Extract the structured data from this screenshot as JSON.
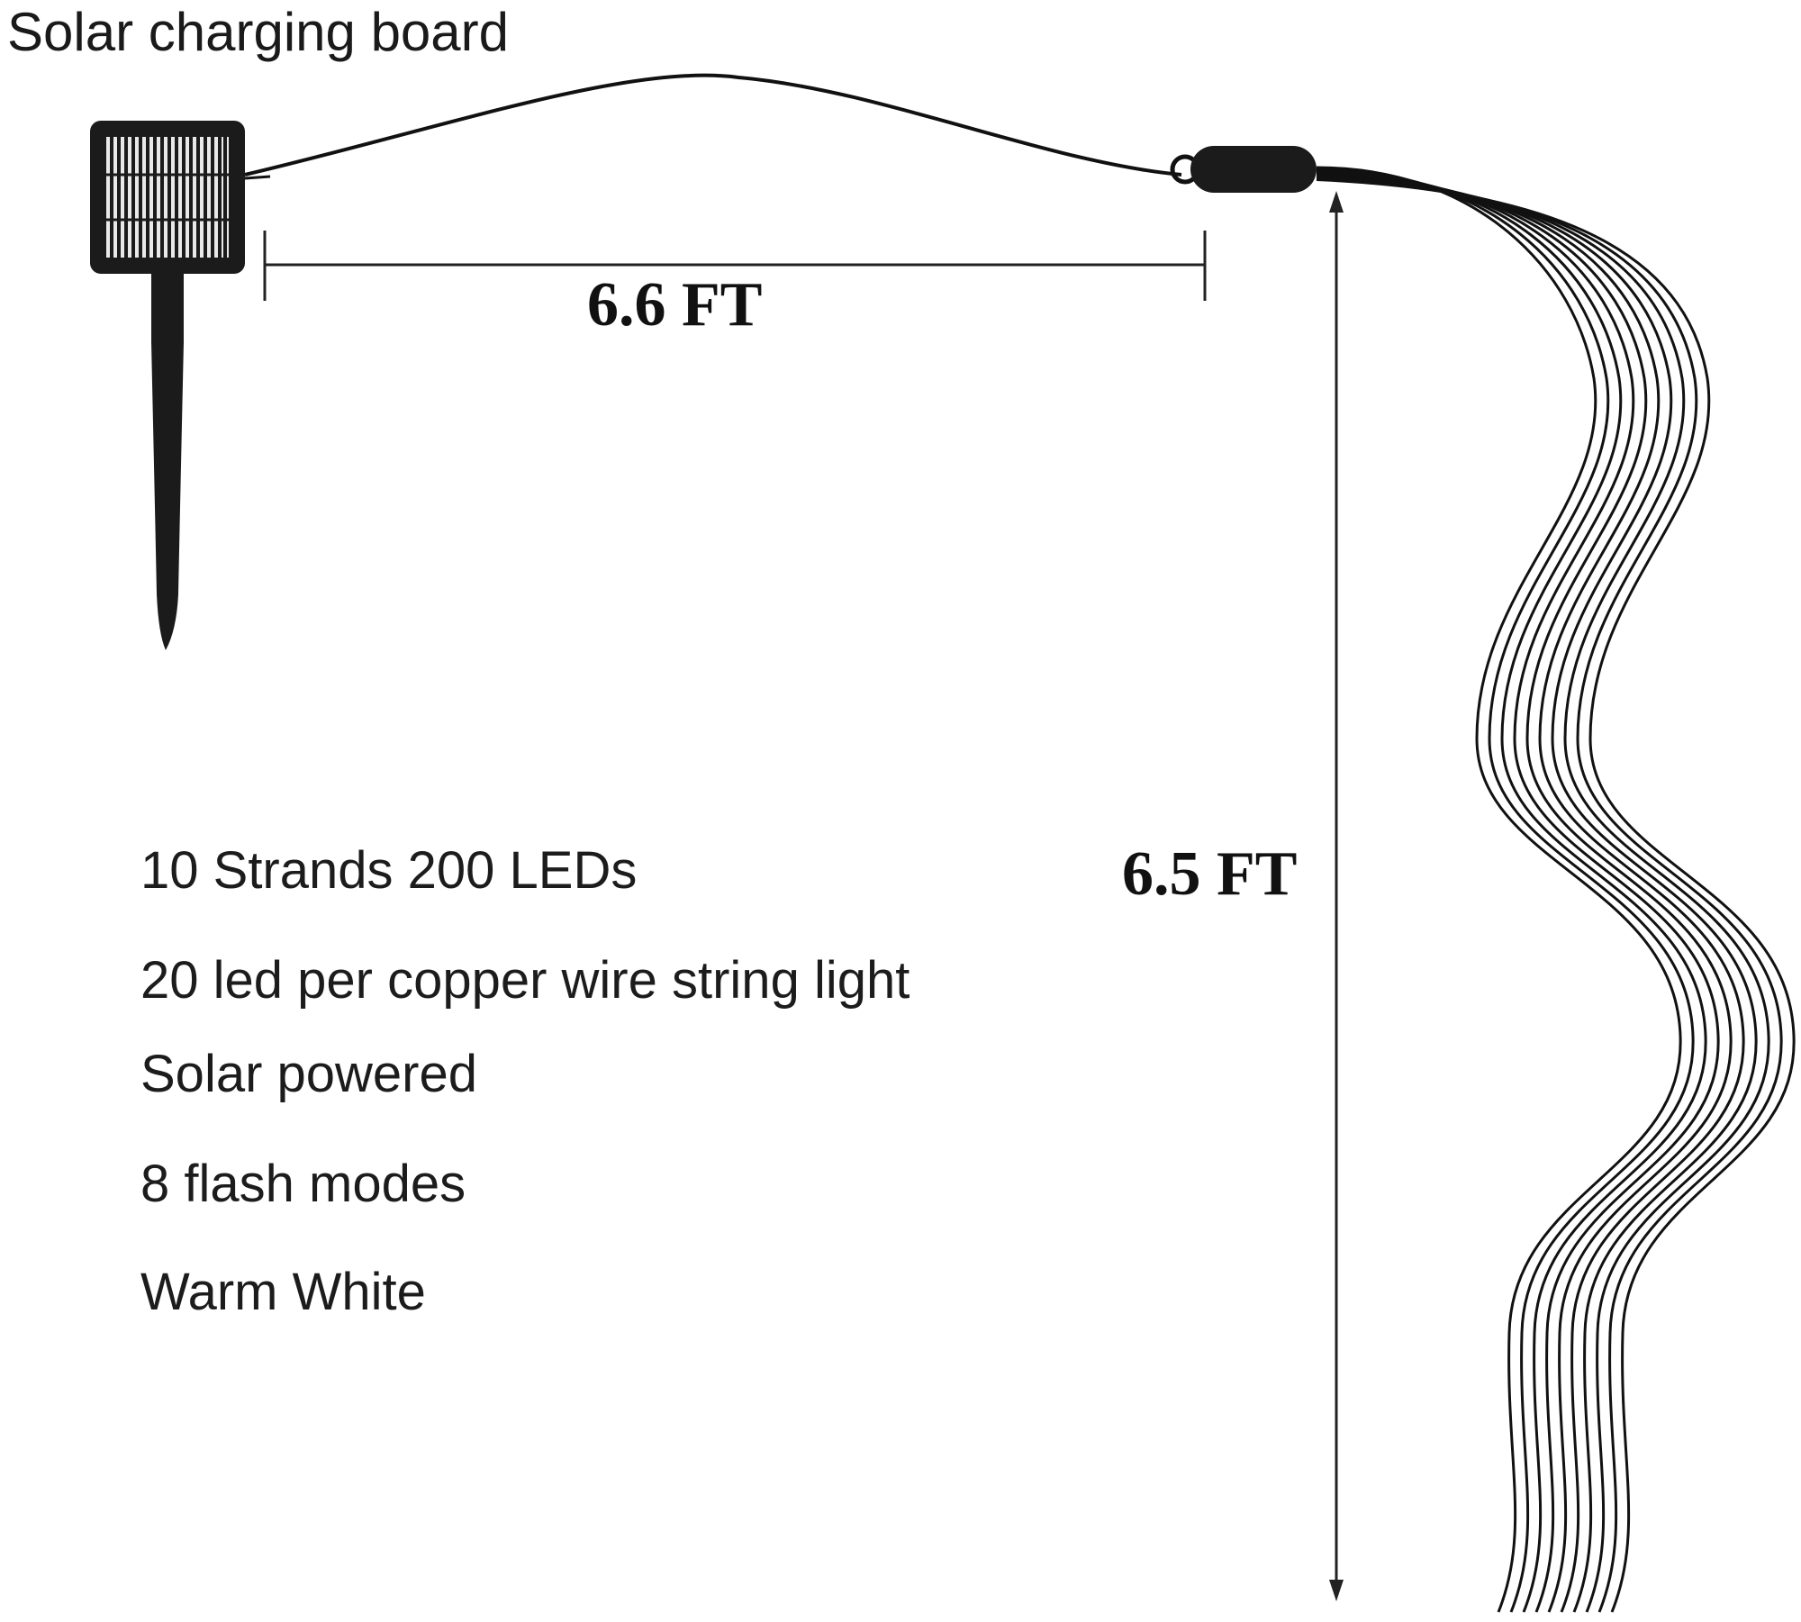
{
  "title": "Solar charging board",
  "dimensions": {
    "cable_length": "6.6 FT",
    "strand_length": "6.5 FT"
  },
  "specs": [
    "10 Strands 200 LEDs",
    "20 led per copper wire string light",
    "Solar powered",
    "8 flash modes",
    "Warm White"
  ],
  "strand_count": 10,
  "colors": {
    "line": "#111111",
    "panel": "#1b1b1b",
    "background": "#ffffff"
  }
}
